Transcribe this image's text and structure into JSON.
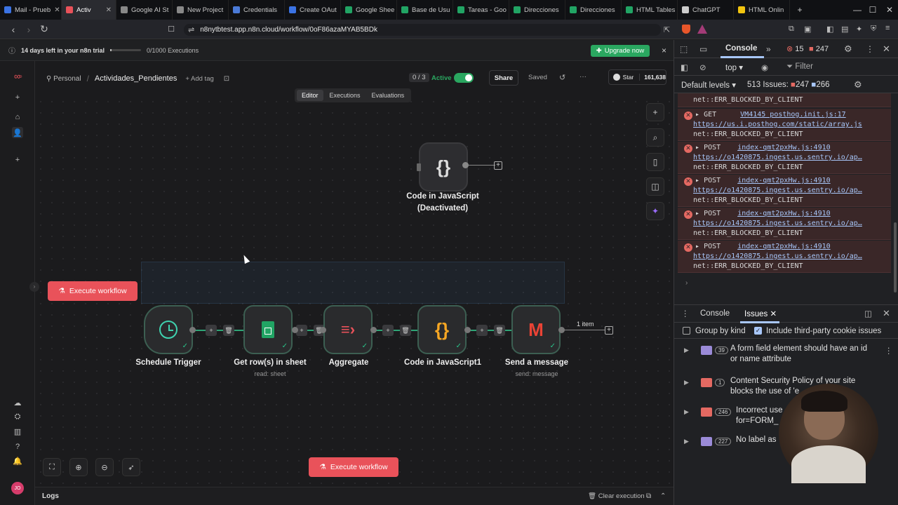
{
  "browser": {
    "tabs": [
      "Mail - Prueb",
      "Activ",
      "Google AI St",
      "New Project",
      "Credentials",
      "Create OAut",
      "Google Shee",
      "Base de Usu",
      "Tareas - Goo",
      "Direcciones",
      "Direcciones",
      "HTML Tables",
      "ChatGPT",
      "HTML Onlin"
    ],
    "new_tab": "+",
    "url": "n8nytbtest.app.n8n.cloud/workflow/0oF86azaMYAB5BDk",
    "tab_colors": [
      "#3b73e4",
      "#e9525a",
      "#888888",
      "#888888",
      "#4a7ad8",
      "#3b73e4",
      "#21a464",
      "#21a464",
      "#21a464",
      "#21a464",
      "#21a464",
      "#21a464",
      "#cccccc",
      "#f1c40f"
    ]
  },
  "trial": {
    "days_text": "14 days left in your n8n trial",
    "executions": "0/1000 Executions",
    "upgrade": "Upgrade now",
    "close": "×"
  },
  "header": {
    "breadcrumb_home": "Personal",
    "separator": "/",
    "workflow_name": "Actividades_Pendientes",
    "add_tag": "+ Add tag",
    "counter": "0 / 3",
    "active_label": "Active",
    "share": "Share",
    "saved": "Saved",
    "star": "Star",
    "stars": "161,638",
    "more": "···"
  },
  "view_tabs": [
    "Editor",
    "Executions",
    "Evaluations"
  ],
  "nodes": [
    {
      "label": "Code in JavaScript",
      "label2": "(Deactivated)",
      "sub": ""
    },
    {
      "label": "Schedule Trigger",
      "sub": ""
    },
    {
      "label": "Get row(s) in sheet",
      "sub": "read: sheet"
    },
    {
      "label": "Aggregate",
      "sub": ""
    },
    {
      "label": "Code in JavaScript1",
      "sub": ""
    },
    {
      "label": "Send a message",
      "sub": "send: message"
    }
  ],
  "edge_label": "1 item",
  "execute_workflow": "Execute workflow",
  "logs": {
    "title": "Logs",
    "clear": "Clear execution"
  },
  "devtools": {
    "tabs": {
      "console": "Console",
      "errors": "15",
      "warnings": "247"
    },
    "context": "top",
    "filter_placeholder": "Filter",
    "levels": "Default levels",
    "issues_count": "513 Issues:",
    "issues_err": "247",
    "issues_warn": "266",
    "entries": [
      {
        "method": "",
        "file": "",
        "url": "",
        "status": "net::ERR_BLOCKED_BY_CLIENT"
      },
      {
        "method": "GET",
        "file": "VM4145 posthog.init.js:17",
        "url": "https://us.i.posthog.com/static/array.js",
        "status": "net::ERR_BLOCKED_BY_CLIENT"
      },
      {
        "method": "POST",
        "file": "index-qmt2pxHw.js:4910",
        "url": "https://o1420875.ingest.us.sentry.io/ap…",
        "status": "net::ERR_BLOCKED_BY_CLIENT"
      },
      {
        "method": "POST",
        "file": "index-qmt2pxHw.js:4910",
        "url": "https://o1420875.ingest.us.sentry.io/ap…",
        "status": "net::ERR_BLOCKED_BY_CLIENT"
      },
      {
        "method": "POST",
        "file": "index-qmt2pxHw.js:4910",
        "url": "https://o1420875.ingest.us.sentry.io/ap…",
        "status": "net::ERR_BLOCKED_BY_CLIENT"
      },
      {
        "method": "POST",
        "file": "index-qmt2pxHw.js:4910",
        "url": "https://o1420875.ingest.us.sentry.io/ap…",
        "status": "net::ERR_BLOCKED_BY_CLIENT"
      }
    ],
    "drawer_tabs": {
      "console": "Console",
      "issues": "Issues"
    },
    "group_by_kind": "Group by kind",
    "include_third_party": "Include third-party cookie issues",
    "issues": [
      {
        "count": "39",
        "text": "A form field element should have an id",
        "text2": "or name attribute",
        "kind": "info"
      },
      {
        "count": "1",
        "text": "Content Security Policy of your site",
        "text2": "blocks the use of 'e",
        "kind": "error"
      },
      {
        "count": "246",
        "text": "Incorrect use",
        "text2": "for=FORM_",
        "kind": "error"
      },
      {
        "count": "227",
        "text": "No label as",
        "text2": "",
        "kind": "info"
      }
    ]
  },
  "user": {
    "initials": "JO"
  }
}
